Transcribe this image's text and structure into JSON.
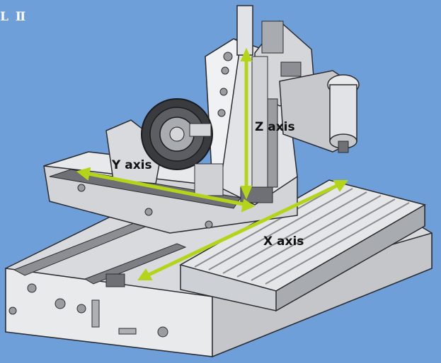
{
  "header": {
    "corner_label": "L Ⅱ"
  },
  "axes": {
    "z": {
      "label": "Z axis"
    },
    "y": {
      "label": "Y axis"
    },
    "x": {
      "label": "X axis"
    }
  },
  "colors": {
    "background": "#6f9fd8",
    "arrow": "#b4d41a",
    "machine_light": "#e8e9eb",
    "machine_mid": "#c6c8cc",
    "machine_dark": "#6e7075",
    "outline": "#2c2d30"
  }
}
